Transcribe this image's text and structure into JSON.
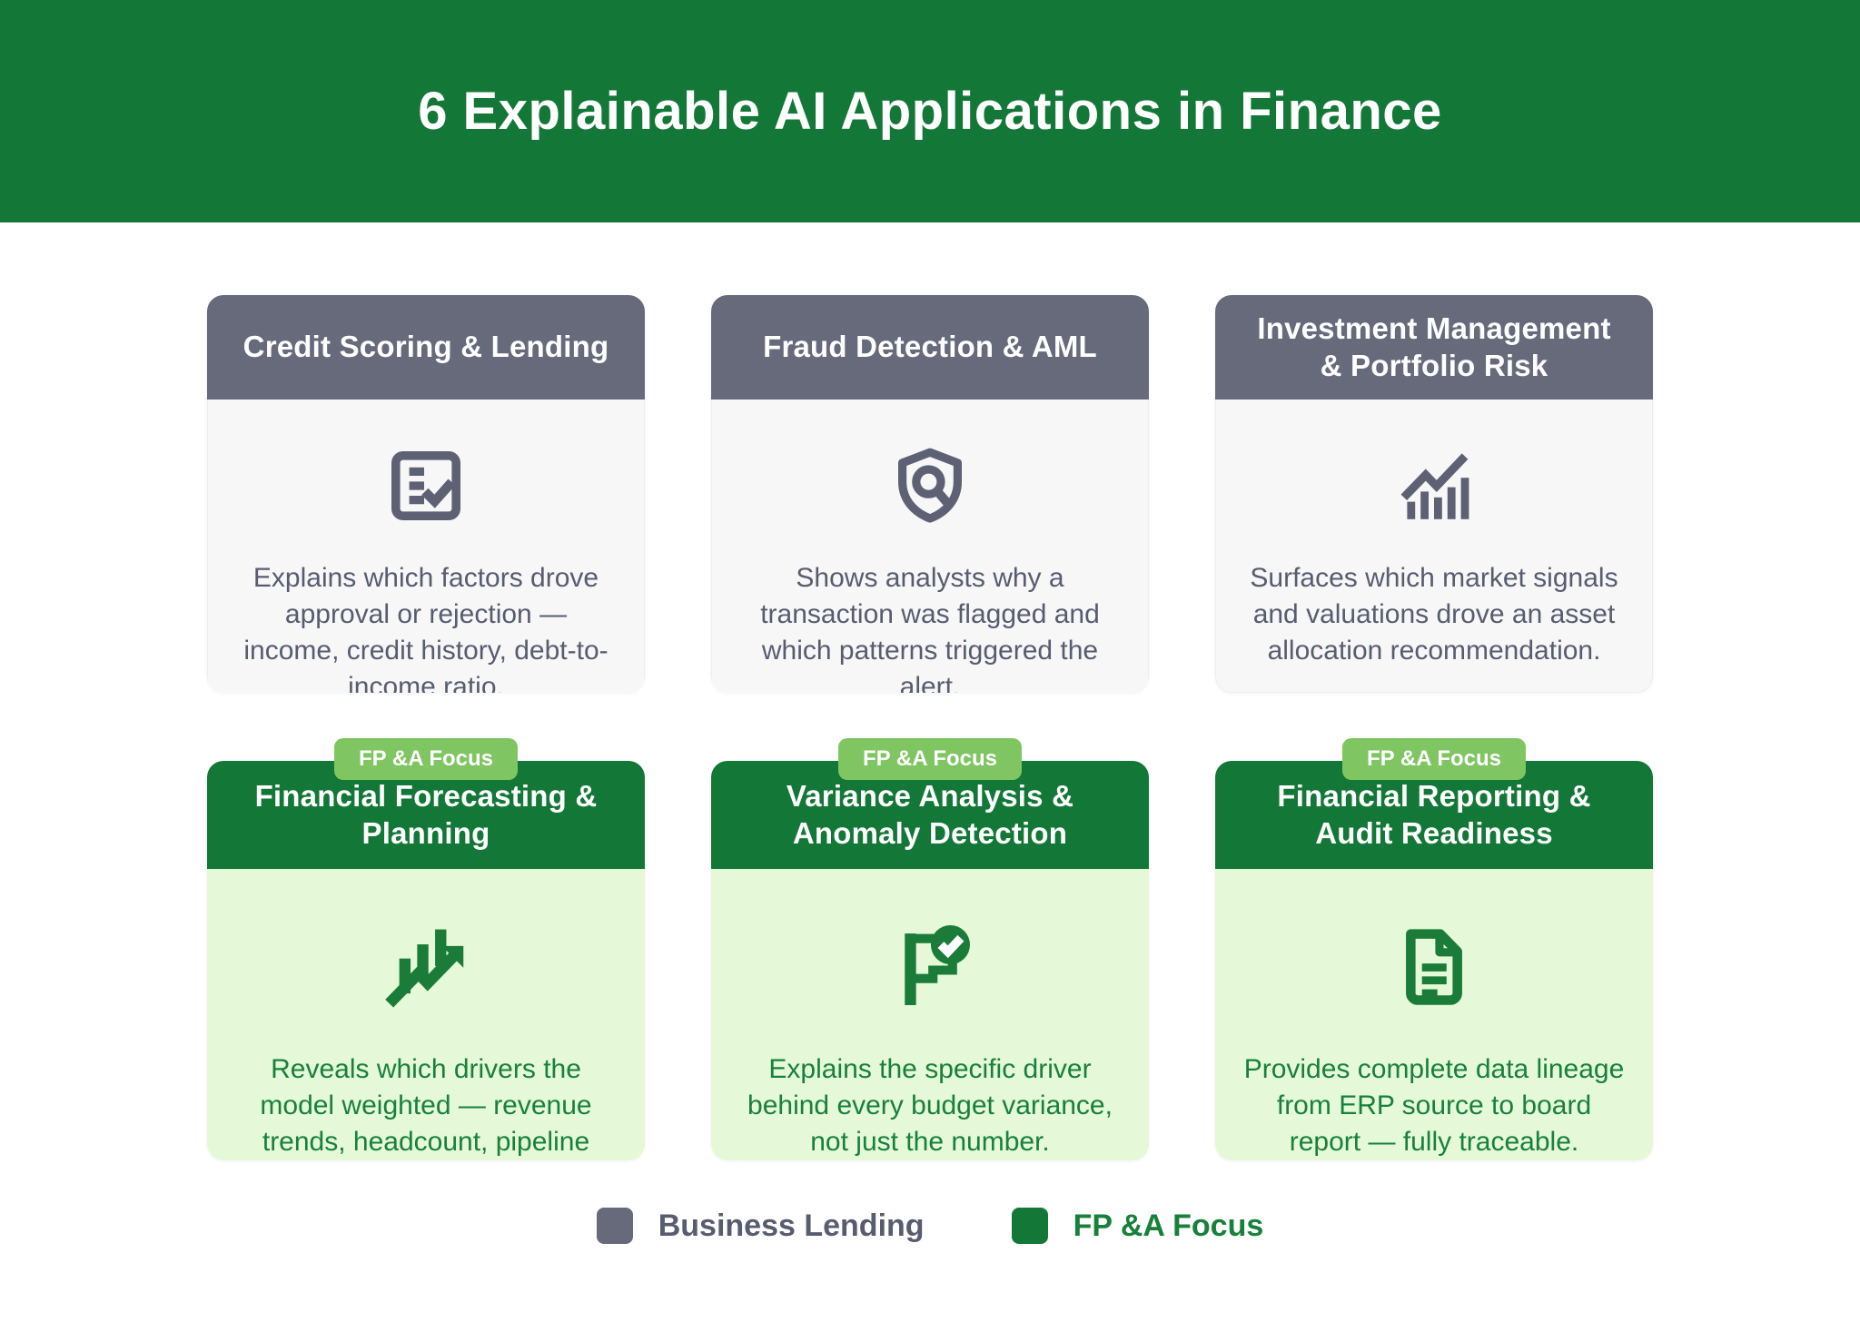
{
  "header": {
    "title": "6 Explainable AI Applications in Finance"
  },
  "cards": [
    {
      "category": "Business Lending",
      "title": "Credit Scoring & Lending",
      "icon": "checklist-icon",
      "description": "Explains which factors drove approval or rejection — income, credit history, debt-to-income ratio."
    },
    {
      "category": "Business Lending",
      "title": "Fraud Detection & AML",
      "icon": "shield-search-icon",
      "description": "Shows analysts why a transaction was flagged and which patterns triggered the alert."
    },
    {
      "category": "Business Lending",
      "title": "Investment Management & Portfolio Risk",
      "icon": "bar-chart-trend-icon",
      "description": "Surfaces which market signals and valuations drove an asset allocation recommendation."
    },
    {
      "category": "FP &A Focus",
      "badge": "FP &A Focus",
      "title": "Financial Forecasting & Planning",
      "icon": "forecast-bars-arrow-icon",
      "description": "Reveals which drivers the model weighted — revenue trends, headcount, pipeline velocity."
    },
    {
      "category": "FP &A Focus",
      "badge": "FP &A Focus",
      "title": "Variance Analysis & Anomaly Detection",
      "icon": "flag-check-icon",
      "description": "Explains the specific driver behind every budget variance, not just the number."
    },
    {
      "category": "FP &A Focus",
      "badge": "FP &A Focus",
      "title": "Financial Reporting & Audit Readiness",
      "icon": "document-icon",
      "description": "Provides complete data lineage from ERP source to board report — fully traceable."
    }
  ],
  "legend": {
    "items": [
      {
        "label": "Business Lending",
        "color": "#666a7b"
      },
      {
        "label": "FP &A Focus",
        "color": "#137837"
      }
    ]
  },
  "colors": {
    "banner": "#137837",
    "header_gray": "#666a7b",
    "body_gray_bg": "#f7f7f8",
    "text_gray": "#575c6f",
    "header_green": "#137837",
    "body_green_bg": "#e5f8d7",
    "text_green": "#17813c",
    "badge": "#7fc562",
    "icon_gray": "#5d6173",
    "icon_green": "#1b7b39"
  }
}
